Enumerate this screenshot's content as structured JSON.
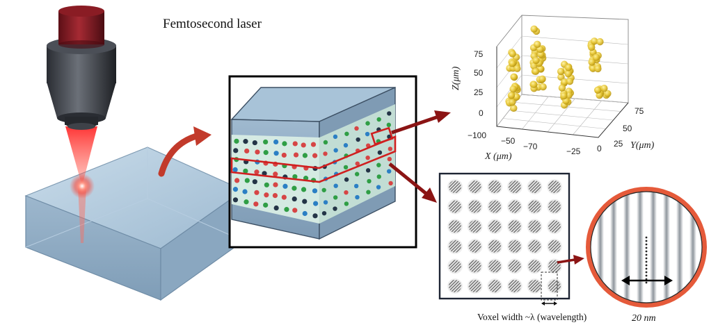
{
  "title": "Femtosecond laser",
  "voxel_label": "Voxel width  ~λ (wavelength)",
  "scale_label": "20 nm",
  "plot3d": {
    "z_axis_label": "Z(μm)",
    "x_axis_label": "X (μm)",
    "y_axis_label": "Y(μm)",
    "z_ticks": [
      "75",
      "50",
      "25",
      "0"
    ],
    "x_ticks": [
      "−100",
      "−50",
      "−70",
      "−25",
      "0"
    ],
    "y_ticks": [
      "75",
      "50",
      "25"
    ],
    "cluster_color": "#e8c83a"
  },
  "colors": {
    "laser": "#e8202a",
    "lens_cap": "#8a1c24",
    "glass": "#a9c4dc",
    "cube_top": "#a8c3d8",
    "highlight_red": "#d01f1f",
    "ring": "#e55a3a",
    "arrow": "#c23a2b"
  },
  "voxel_grid": {
    "rows": 6,
    "cols": 6
  }
}
